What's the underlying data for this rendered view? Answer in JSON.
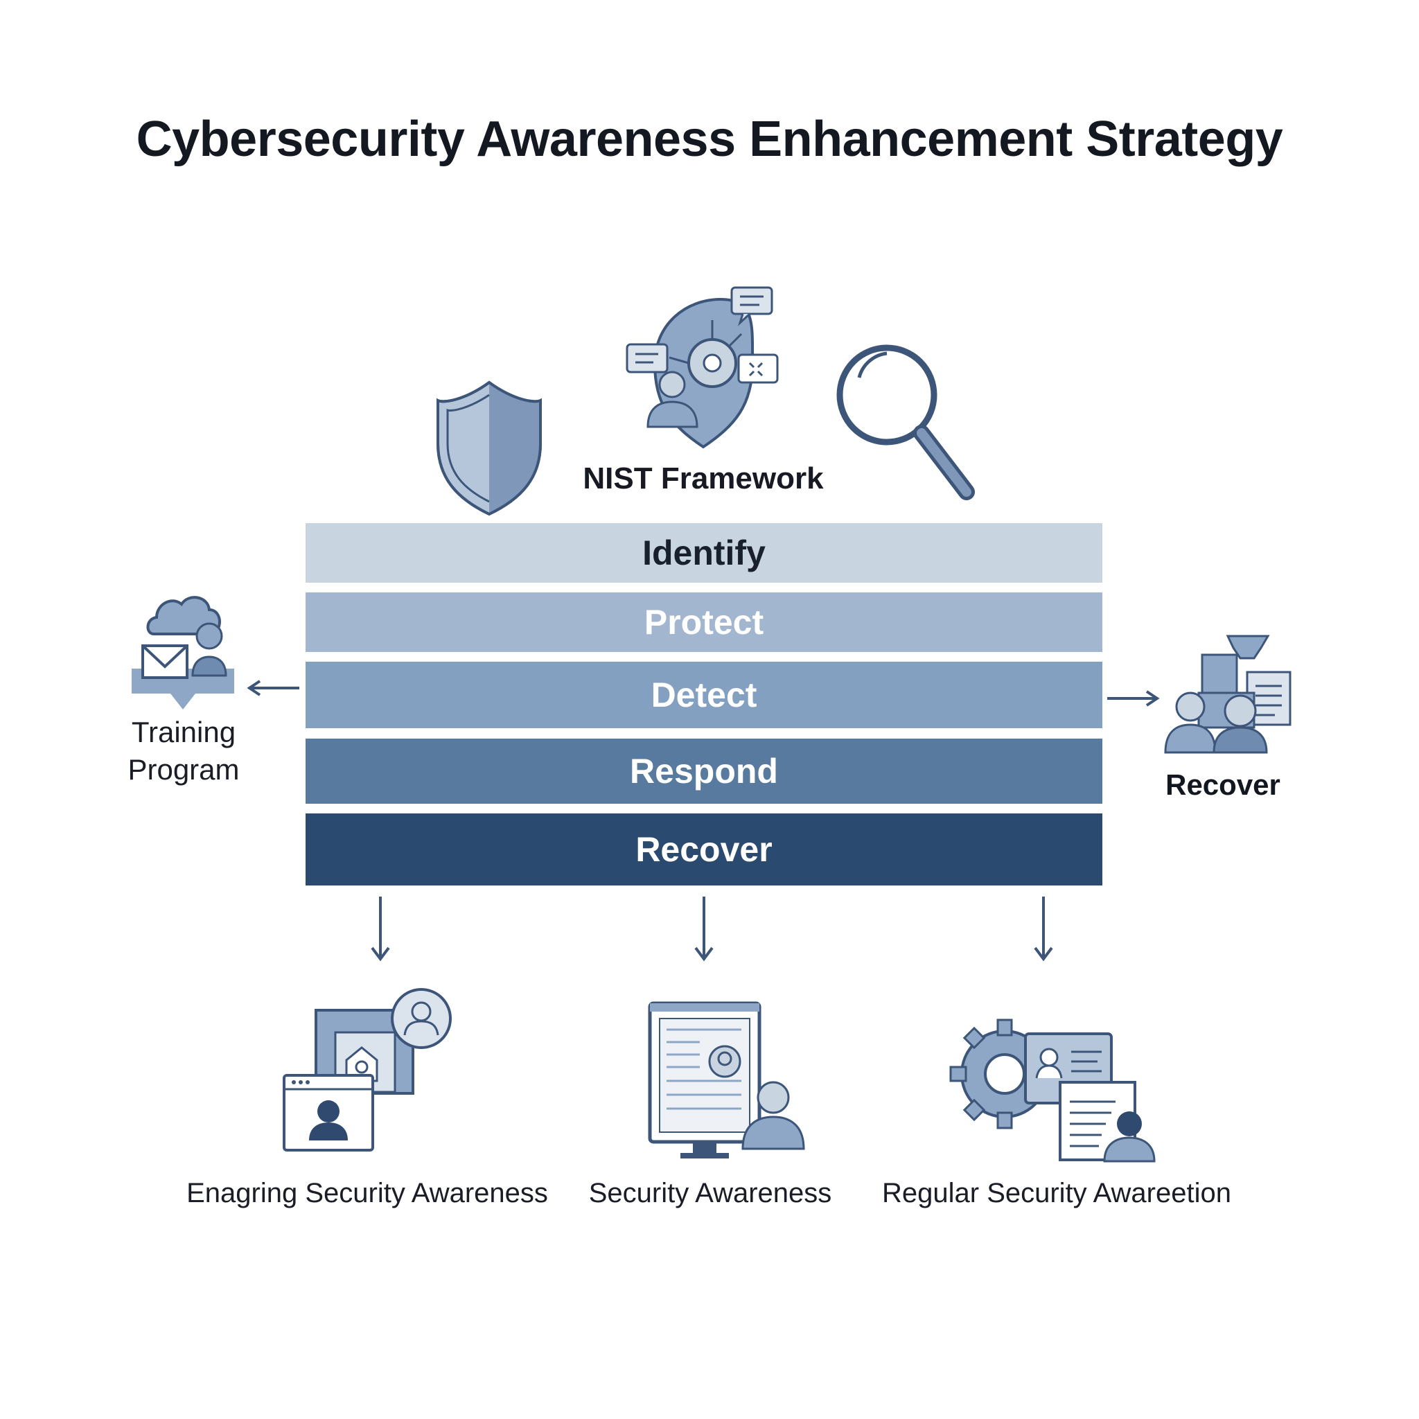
{
  "title": "Cybersecurity Awareness Enhancement Strategy",
  "framework": {
    "label": "NIST Framework",
    "layers": [
      "Identify",
      "Protect",
      "Detect",
      "Respond",
      "Recover"
    ]
  },
  "left_node": {
    "label_line1": "Training",
    "label_line2": "Program",
    "icon": "training-cloud-mail-icon"
  },
  "right_node": {
    "label": "Recover",
    "icon": "team-documents-icon"
  },
  "outcomes": [
    {
      "label": "Enagring Security Awareness",
      "icon": "video-conference-icon"
    },
    {
      "label": "Security Awareness",
      "icon": "tablet-profile-icon"
    },
    {
      "label": "Regular Security Awareetion",
      "icon": "gear-profile-document-icon"
    }
  ],
  "top_icons": [
    "shield-icon",
    "hub-chat-icon",
    "magnifier-icon"
  ],
  "colors": {
    "identify": "#c9d4e1",
    "protect": "#a2b6cf",
    "detect": "#84a0c0",
    "respond": "#587a9f",
    "recover": "#2a4a70",
    "icon_stroke": "#2f4a6e",
    "icon_fill": "#8aa3c3"
  }
}
